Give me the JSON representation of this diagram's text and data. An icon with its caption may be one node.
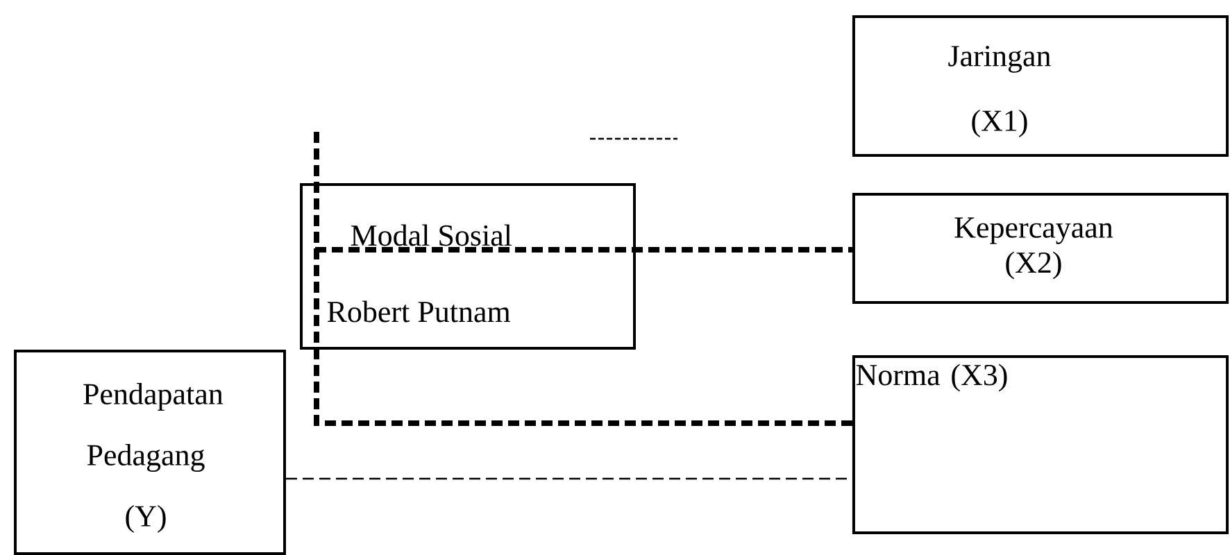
{
  "diagram": {
    "nodes": [
      {
        "text": [
          "Jaringan (X1)"
        ]
      },
      {
        "text": [
          "Modal Sosial",
          "Robert Putnam"
        ]
      },
      {
        "text": [
          "Kepercayaan (X2)"
        ]
      },
      {
        "text": [
          "Pendapatan Pedagang (Y)"
        ]
      },
      {
        "text": [
          "Norma (X3)"
        ]
      }
    ],
    "edges": [
      {
        "from": 1,
        "to": 2,
        "arrow": "none",
        "style": "dashed"
      },
      {
        "from": null,
        "to": 4,
        "arrow": "none",
        "style": "dashed"
      },
      {
        "from": 3,
        "to": 4,
        "arrow": "none",
        "style": "dashed"
      }
    ]
  }
}
